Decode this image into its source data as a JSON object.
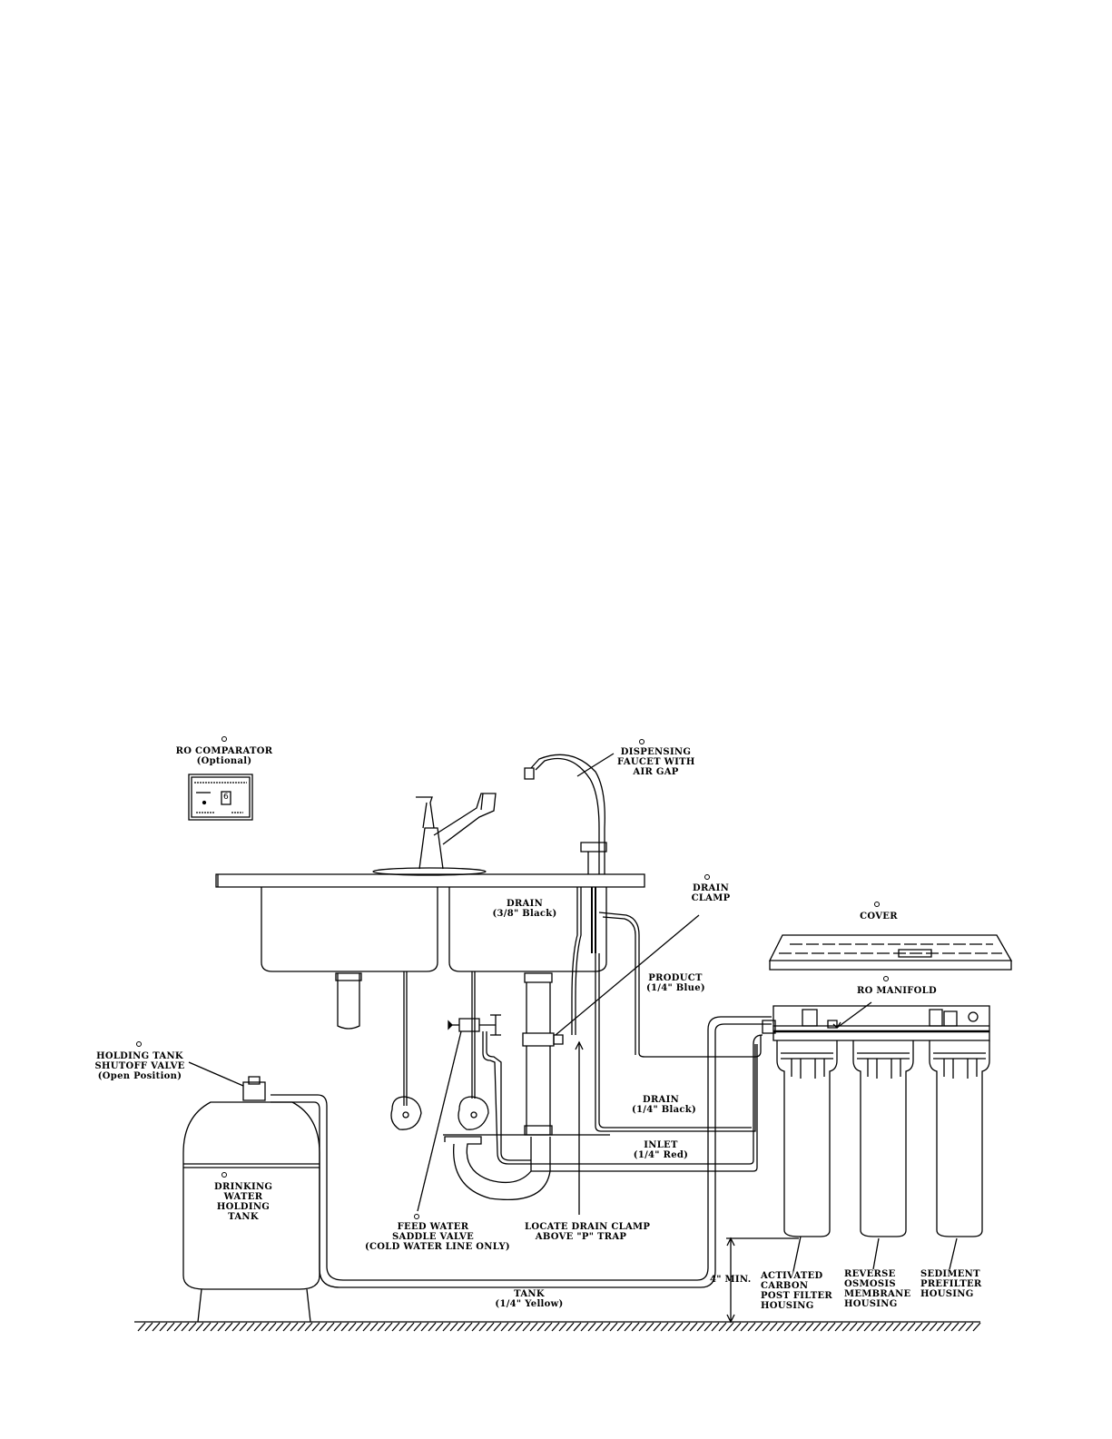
{
  "labels": {
    "ro_comparator": "RO COMPARATOR\n(Optional)",
    "dispensing_faucet": "DISPENSING\nFAUCET WITH\nAIR GAP",
    "drain_clamp": "DRAIN\nCLAMP",
    "drain_38": "DRAIN\n(3/8\" Black)",
    "cover": "COVER",
    "product": "PRODUCT\n(1/4\" Blue)",
    "ro_manifold": "RO MANIFOLD",
    "holding_tank_shutoff": "HOLDING TANK\nSHUTOFF VALVE\n(Open Position)",
    "drain_14": "DRAIN\n(1/4\" Black)",
    "inlet": "INLET\n(1/4\" Red)",
    "drinking_water_tank": "DRINKING\nWATER\nHOLDING\nTANK",
    "feed_water_valve": "FEED WATER\nSADDLE VALVE\n(COLD WATER LINE ONLY)",
    "locate_drain_clamp": "LOCATE DRAIN CLAMP\nABOVE \"P\" TRAP",
    "activated_carbon": "ACTIVATED\nCARBON\nPOST FILTER\nHOUSING",
    "reverse_osmosis": "REVERSE\nOSMOSIS\nMEMBRANE\nHOUSING",
    "sediment_prefilter": "SEDIMENT\nPREFILTER\nHOUSING",
    "tank": "TANK\n(1/4\" Yellow)",
    "min_height": "4\" MIN.",
    "comparator_digit": "6"
  }
}
